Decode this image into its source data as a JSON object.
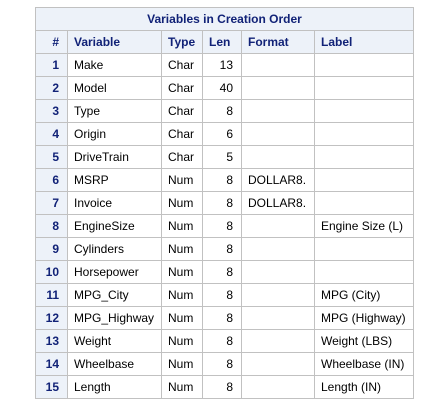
{
  "table": {
    "caption": "Variables in Creation Order",
    "columns": [
      "#",
      "Variable",
      "Type",
      "Len",
      "Format",
      "Label"
    ],
    "rows": [
      [
        "1",
        "Make",
        "Char",
        "13",
        "",
        ""
      ],
      [
        "2",
        "Model",
        "Char",
        "40",
        "",
        ""
      ],
      [
        "3",
        "Type",
        "Char",
        "8",
        "",
        ""
      ],
      [
        "4",
        "Origin",
        "Char",
        "6",
        "",
        ""
      ],
      [
        "5",
        "DriveTrain",
        "Char",
        "5",
        "",
        ""
      ],
      [
        "6",
        "MSRP",
        "Num",
        "8",
        "DOLLAR8.",
        ""
      ],
      [
        "7",
        "Invoice",
        "Num",
        "8",
        "DOLLAR8.",
        ""
      ],
      [
        "8",
        "EngineSize",
        "Num",
        "8",
        "",
        "Engine Size (L)"
      ],
      [
        "9",
        "Cylinders",
        "Num",
        "8",
        "",
        ""
      ],
      [
        "10",
        "Horsepower",
        "Num",
        "8",
        "",
        ""
      ],
      [
        "11",
        "MPG_City",
        "Num",
        "8",
        "",
        "MPG (City)"
      ],
      [
        "12",
        "MPG_Highway",
        "Num",
        "8",
        "",
        "MPG (Highway)"
      ],
      [
        "13",
        "Weight",
        "Num",
        "8",
        "",
        "Weight (LBS)"
      ],
      [
        "14",
        "Wheelbase",
        "Num",
        "8",
        "",
        "Wheelbase (IN)"
      ],
      [
        "15",
        "Length",
        "Num",
        "8",
        "",
        "Length (IN)"
      ]
    ]
  },
  "colors": {
    "header_bg": "#edf2f9",
    "header_text": "#112277",
    "border": "#c1c1c1"
  }
}
